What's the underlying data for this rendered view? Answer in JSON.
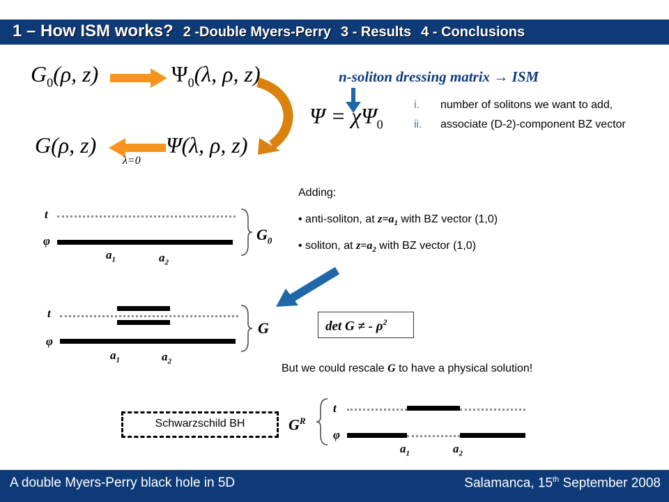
{
  "header": {
    "tab1": "1 – How ISM works?",
    "tab2": "2 -Double Myers-Perry",
    "tab3": "3 - Results",
    "tab4": "4 - Conclusions"
  },
  "flow": {
    "g0": "G",
    "g0_sub": "0",
    "g0_args": "(ρ, z)",
    "psi0": "Ψ",
    "psi0_sub": "0",
    "psi0_args": "(λ, ρ, z)",
    "g": "G(ρ, z)",
    "psi": "Ψ(λ, ρ, z)",
    "lambda_label": "λ=0",
    "eq_lhs": "Ψ = χΨ",
    "eq_sub": "0"
  },
  "dressing": {
    "title": "n-soliton dressing matrix → ISM",
    "items": [
      {
        "num": "i.",
        "text": "number of solitons we want to add,"
      },
      {
        "num": "ii.",
        "text": "associate (D-2)-component BZ vector"
      }
    ]
  },
  "adding": {
    "title": "Adding:",
    "item1_pre": "anti-soliton, at ",
    "item1_z": "z=a",
    "item1_sub": "1",
    "item1_post": " with BZ vector (1,0)",
    "item2_pre": "soliton, at ",
    "item2_z": "z=a",
    "item2_sub": "2",
    "item2_post": " with BZ vector (1,0)"
  },
  "rods": {
    "t": "t",
    "phi": "φ",
    "a": "a",
    "sub1": "1",
    "sub2": "2",
    "g0_label": "G",
    "g0_sub": "0",
    "g_label": "G",
    "gr_label": "G",
    "gr_sup": "R"
  },
  "det": {
    "text": "det G ≠ - ρ",
    "sup": "2"
  },
  "rescale": {
    "pre": "But we could rescale ",
    "g": "G",
    "post": " to have a physical solution!"
  },
  "schwarzschild": "Schwarzschild BH",
  "footer": {
    "left": "A double Myers-Perry black hole in 5D",
    "right_pre": "Salamanca, 15",
    "right_sup": "th",
    "right_post": " September 2008"
  },
  "colors": {
    "header_bg": "#0e3b78",
    "arrow_orange": "#f7941d",
    "arrow_blue": "#1f67a8",
    "curve_gold": "#d9820f"
  }
}
